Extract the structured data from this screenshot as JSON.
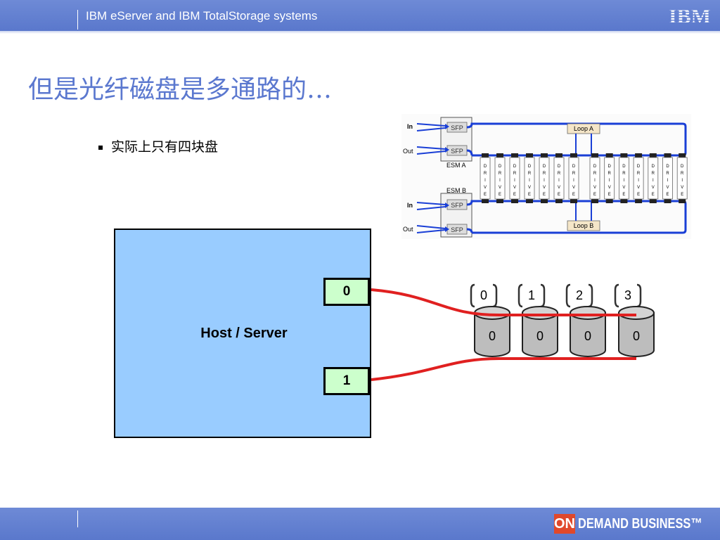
{
  "header": {
    "title": "IBM eServer and IBM TotalStorage systems",
    "logo_text": "IBM"
  },
  "slide": {
    "title": "但是光纤磁盘是多通路的…",
    "bullet": "实际上只有四块盘"
  },
  "loop_diagram": {
    "top_in": "In",
    "top_out": "Out",
    "bottom_in": "In",
    "bottom_out": "Out",
    "sfp": "SFP",
    "esm_a": "ESM A",
    "esm_b": "ESM B",
    "loop_a": "Loop A",
    "loop_b": "Loop B",
    "drive_letters": [
      "D",
      "R",
      "I",
      "V",
      "E"
    ],
    "drive_count": 14
  },
  "host": {
    "label": "Host / Server",
    "ports": [
      "0",
      "1"
    ]
  },
  "disks": {
    "ids": [
      "0",
      "1",
      "2",
      "3"
    ],
    "luns": [
      "0",
      "0",
      "0",
      "0"
    ]
  },
  "footer": {
    "on": "ON",
    "brand": "DEMAND BUSINESS™"
  },
  "colors": {
    "header_blue": "#5a78cc",
    "title_blue": "#5b78cf",
    "host_fill": "#99ccff",
    "port_fill": "#ccffcc",
    "cable_red": "#e02020",
    "disk_gray": "#bdbdbd",
    "on_red": "#e0482b"
  }
}
